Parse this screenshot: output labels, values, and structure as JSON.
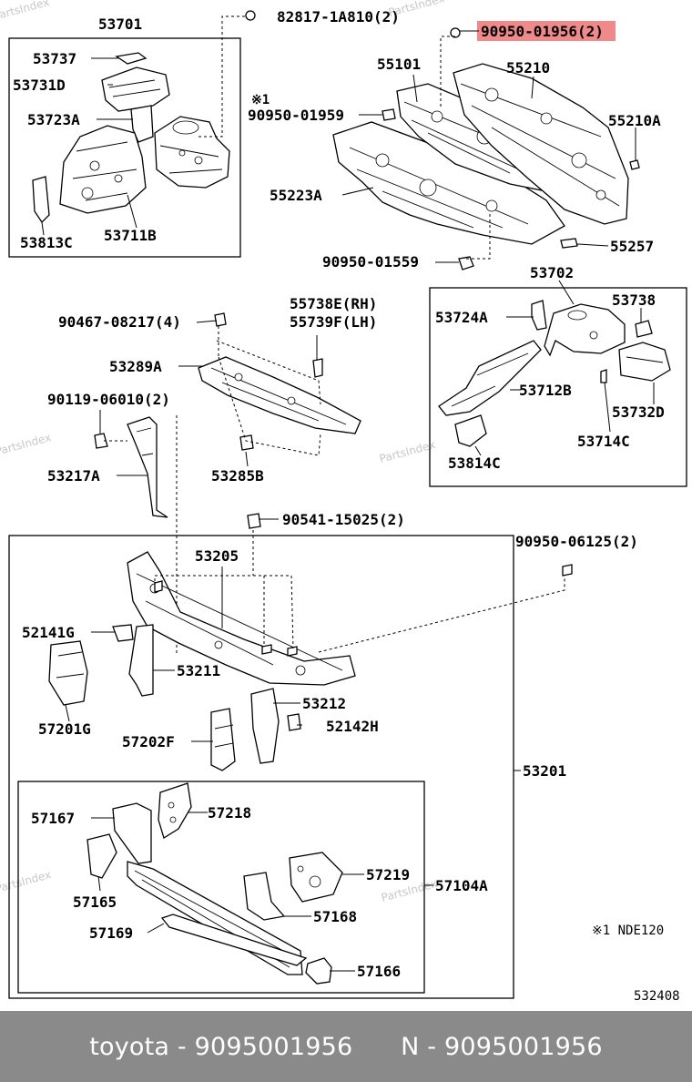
{
  "watermark": "PartsIndex",
  "labels": {
    "p53701": "53701",
    "p82817": "82817-1A810(2)",
    "p90950_01956": "90950-01956(2)",
    "p53737": "53737",
    "p53731D": "53731D",
    "p53723A": "53723A",
    "p53813C": "53813C",
    "p53711B": "53711B",
    "p55101": "55101",
    "p55210": "55210",
    "note1": "※1",
    "p90950_01959": "90950-01959",
    "p55210A": "55210A",
    "p55223A": "55223A",
    "p55257": "55257",
    "p90950_01559": "90950-01559",
    "p53702": "53702",
    "p55738E": "55738E(RH)",
    "p55739F": "55739F(LH)",
    "p90467": "90467-08217(4)",
    "p53724A": "53724A",
    "p53738": "53738",
    "p53289A": "53289A",
    "p53712B": "53712B",
    "p53732D": "53732D",
    "p90119": "90119-06010(2)",
    "p53714C": "53714C",
    "p53285B": "53285B",
    "p53814C": "53814C",
    "p53217A": "53217A",
    "p90541": "90541-15025(2)",
    "p90950_06125": "90950-06125(2)",
    "p53205": "53205",
    "p52141G": "52141G",
    "p53211": "53211",
    "p57201G": "57201G",
    "p53212": "53212",
    "p52142H": "52142H",
    "p57202F": "57202F",
    "p53201": "53201",
    "p57167": "57167",
    "p57218": "57218",
    "p57219": "57219",
    "p57104A": "57104A",
    "p57165": "57165",
    "p57168": "57168",
    "p57169": "57169",
    "p57166": "57166",
    "note_nde": "※1 NDE120",
    "diagram_code": "532408"
  },
  "highlight_color": "#f08a8a",
  "footer": {
    "brand_part": "toyota - 9095001956",
    "n_part": "N - 9095001956"
  }
}
